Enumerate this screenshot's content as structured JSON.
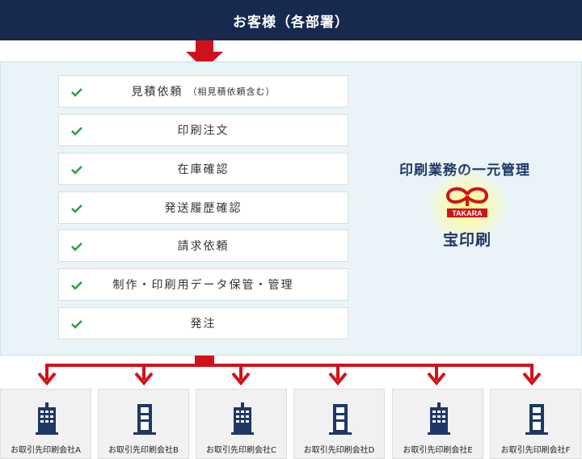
{
  "header": {
    "title": "お客様（各部署）"
  },
  "services": [
    {
      "label": "見積依頼",
      "sub": "（相見積依頼含む）"
    },
    {
      "label": "印刷注文",
      "sub": ""
    },
    {
      "label": "在庫確認",
      "sub": ""
    },
    {
      "label": "発送履歴確認",
      "sub": ""
    },
    {
      "label": "請求依頼",
      "sub": ""
    },
    {
      "label": "制作・印刷用データ保管・管理",
      "sub": ""
    },
    {
      "label": "発注",
      "sub": ""
    }
  ],
  "brand": {
    "heading": "印刷業務の一元管理",
    "logo_text": "TAKARA",
    "name": "宝印刷"
  },
  "vendors": [
    {
      "label": "お取引先印刷会社A",
      "icon": "office-building-icon"
    },
    {
      "label": "お取引先印刷会社B",
      "icon": "building-icon"
    },
    {
      "label": "お取引先印刷会社C",
      "icon": "office-building-icon"
    },
    {
      "label": "お取引先印刷会社D",
      "icon": "building-icon"
    },
    {
      "label": "お取引先印刷会社E",
      "icon": "office-building-icon"
    },
    {
      "label": "お取引先印刷会社F",
      "icon": "building-icon"
    }
  ],
  "colors": {
    "header_bg": "#172a4e",
    "arrow": "#d0121b",
    "check": "#2ea043",
    "brand_text": "#1f3766",
    "building": "#1f3766"
  }
}
